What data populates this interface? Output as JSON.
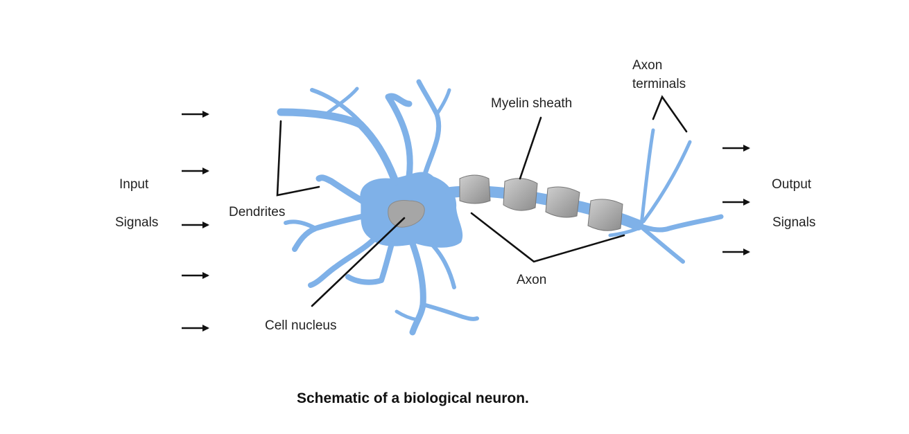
{
  "labels": {
    "input": "Input",
    "input_signals": "Signals",
    "dendrites": "Dendrites",
    "myelin_sheath": "Myelin sheath",
    "axon_terminals_line1": "Axon",
    "axon_terminals_line2": "terminals",
    "output": "Output",
    "output_signals": "Signals",
    "axon": "Axon",
    "cell_nucleus": "Cell nucleus"
  },
  "caption": "Schematic of a biological neuron.",
  "colors": {
    "neuron_fill": "#7fb1e8",
    "myelin_fill": "#a9a9a9",
    "nucleus_fill": "#a6a6a6",
    "line": "#111111"
  },
  "icons": {
    "input_arrows": "right-arrow-icon",
    "output_arrows": "right-arrow-icon"
  }
}
